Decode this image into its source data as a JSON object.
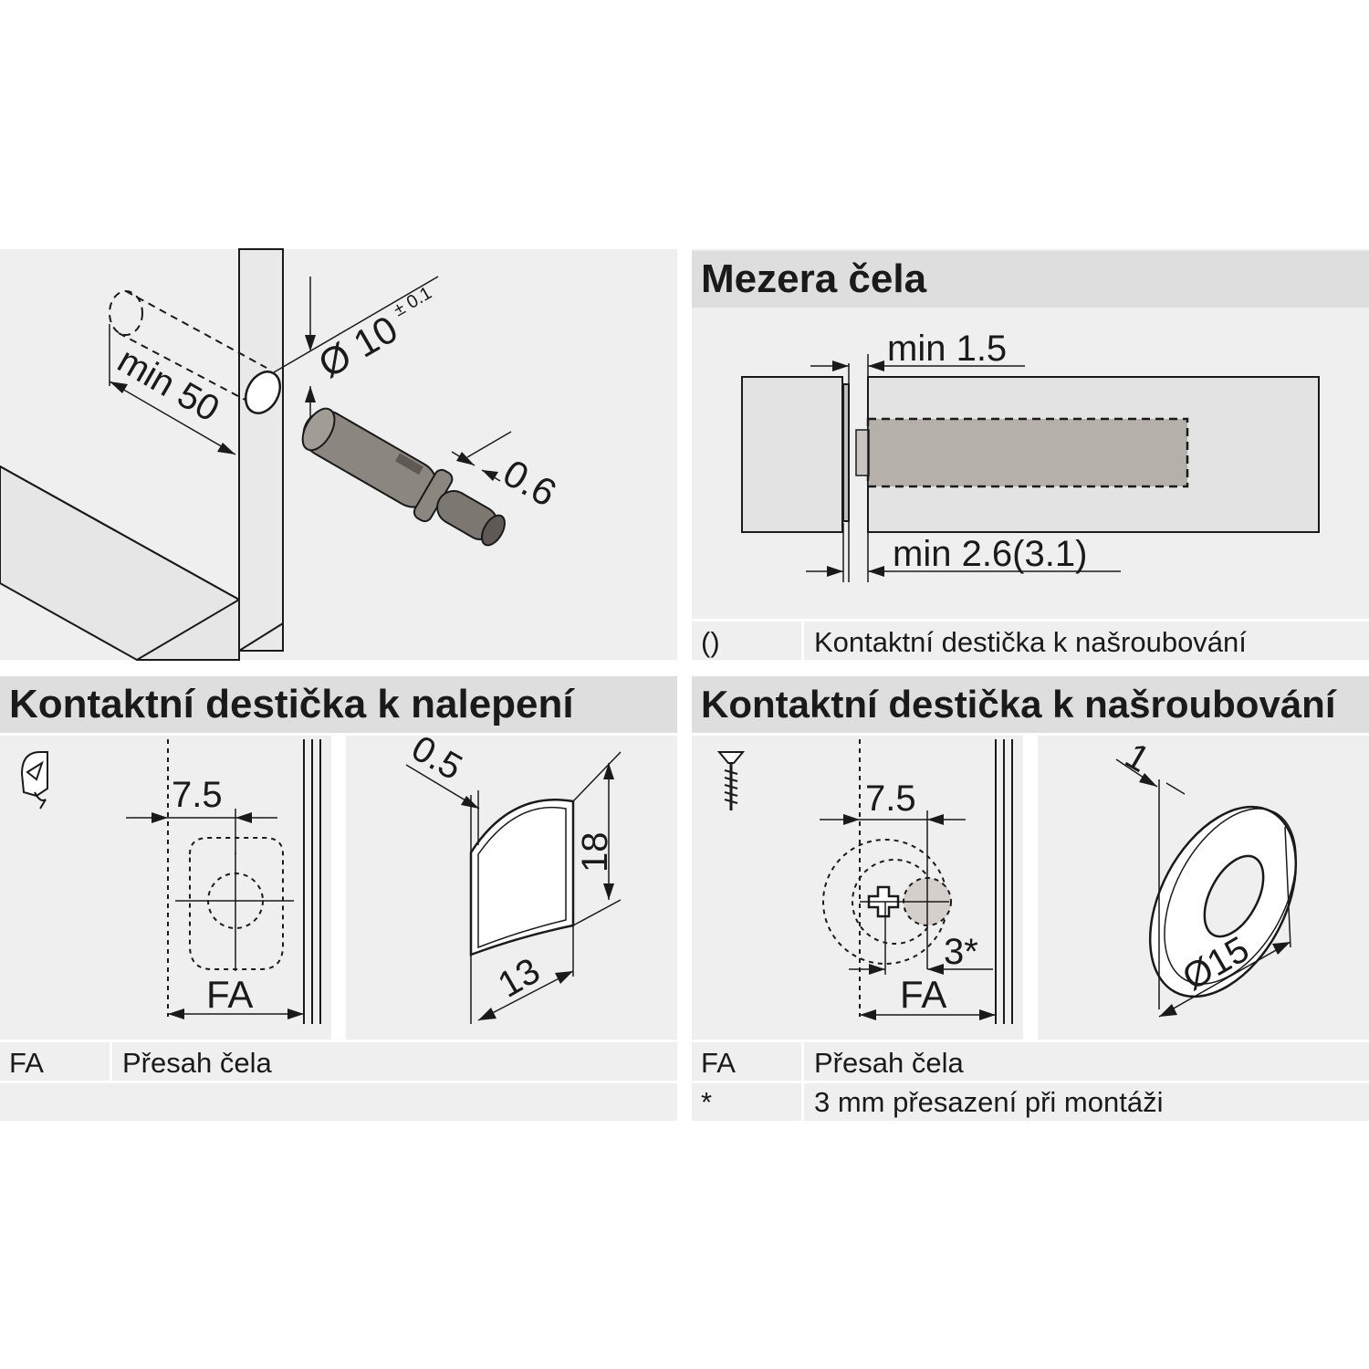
{
  "panel_install": {
    "dim_diameter": "Ø 10",
    "dim_tolerance": "± 0.1",
    "dim_depth": "min 50",
    "dim_ring": "0.6"
  },
  "panel_gap": {
    "title": "Mezera čela",
    "dim_top": "min 1.5",
    "dim_bottom": "min 2.6(3.1)",
    "legend": [
      {
        "key": "()",
        "value": "Kontaktní destička k našroubování"
      }
    ]
  },
  "panel_adhesive": {
    "title": "Kontaktní destička k nalepení",
    "dim_offset": "7.5",
    "dim_overlay": "FA",
    "dim_thickness": "0.5",
    "dim_height": "18",
    "dim_width": "13",
    "legend": [
      {
        "key": "FA",
        "value": "Přesah čela"
      }
    ]
  },
  "panel_screw": {
    "title": "Kontaktní destička k našroubování",
    "dim_offset": "7.5",
    "dim_shift": "3*",
    "dim_overlay": "FA",
    "dim_thickness": "1",
    "dim_diameter": "Ø15",
    "legend": [
      {
        "key": "FA",
        "value": "Přesah čela"
      },
      {
        "key": "*",
        "value": "3 mm přesazení při montáži"
      }
    ]
  }
}
